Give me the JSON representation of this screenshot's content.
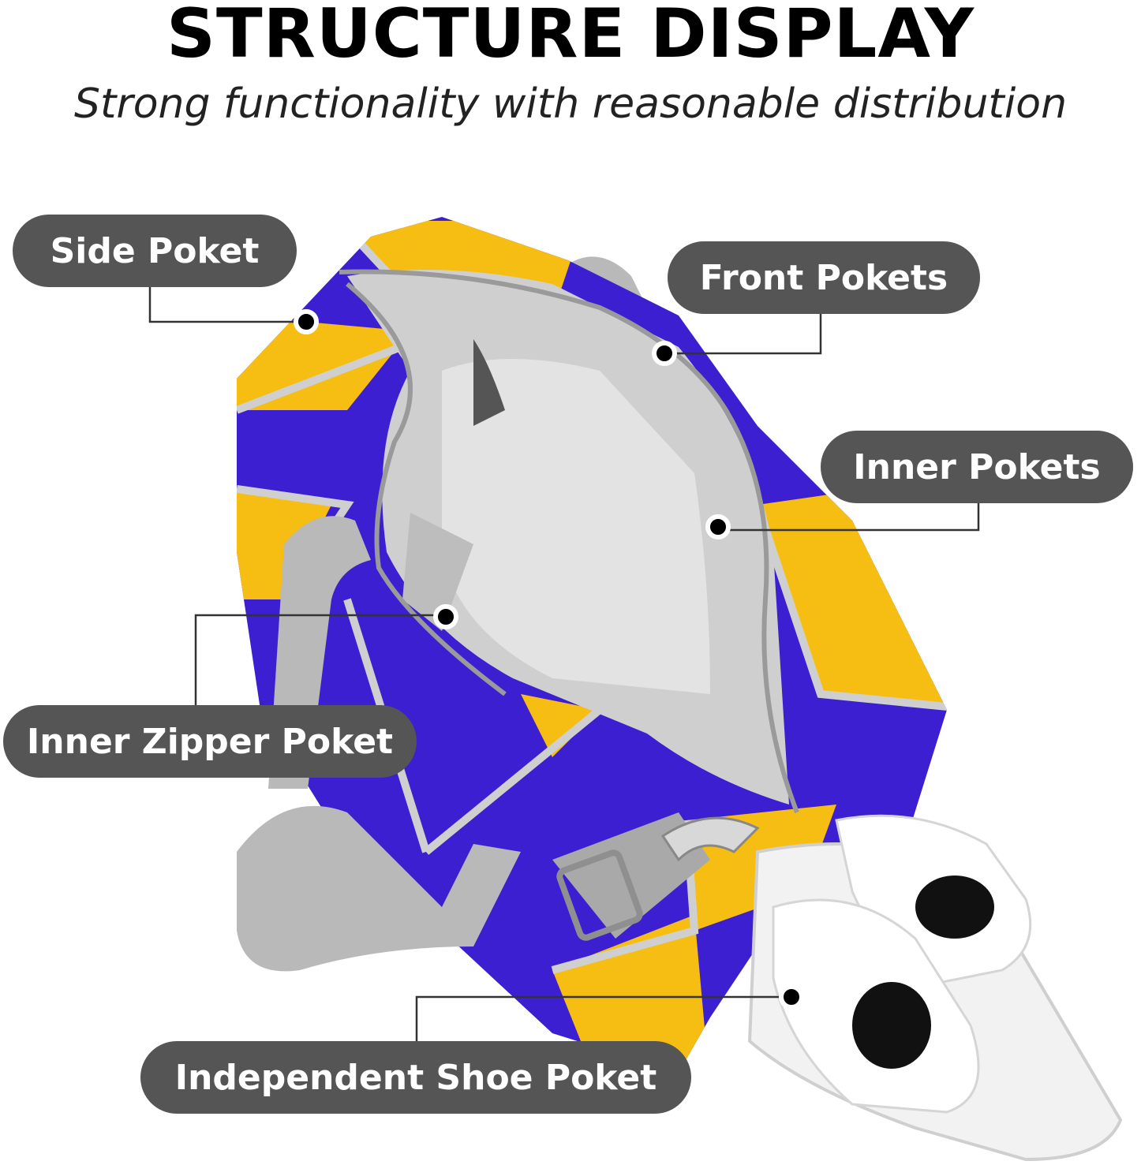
{
  "header": {
    "title": "STRUCTURE DISPLAY",
    "subtitle": "Strong functionality with reasonable distribution"
  },
  "callouts": {
    "side_pocket": "Side Poket",
    "front_pockets": "Front Pokets",
    "inner_pockets": "Inner Pokets",
    "inner_zipper_pocket": "Inner Zipper Poket",
    "shoe_pocket": "Independent Shoe Poket"
  },
  "colors": {
    "blue": "#3b1fd0",
    "yellow": "#f6be12",
    "grey_strap": "#b9b9b9",
    "lining": "#cfcfcf",
    "pill": "#555555"
  }
}
